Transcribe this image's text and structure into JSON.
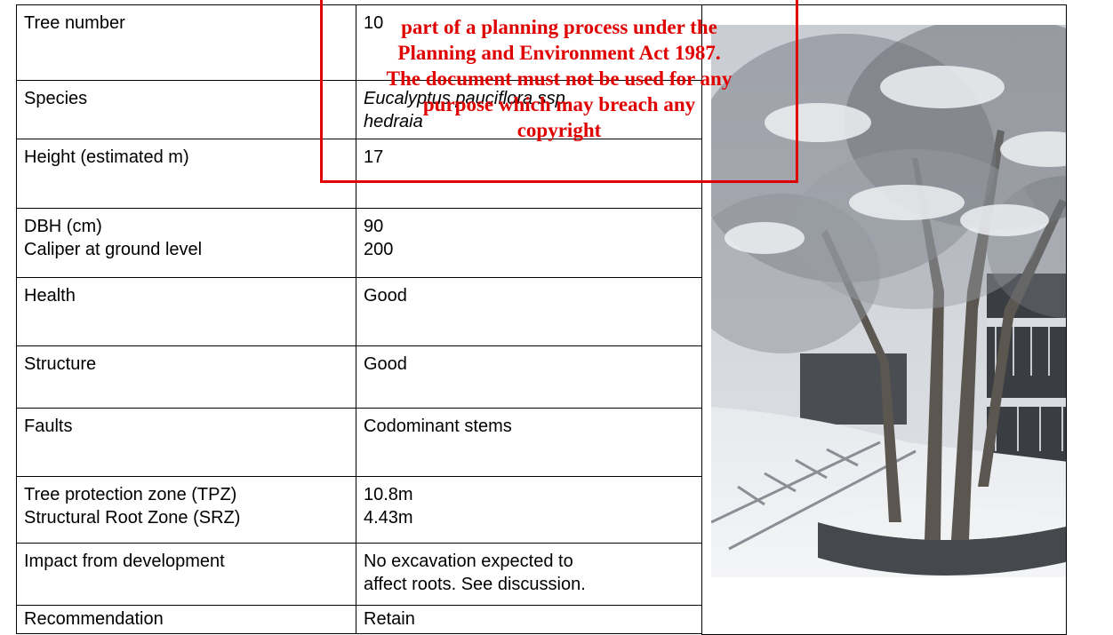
{
  "table": {
    "rows": [
      {
        "label": "Tree number",
        "value": "10"
      },
      {
        "label": "Species",
        "value_line1": "Eucalyptus pauciflora ssp.",
        "value_line2": "hedraia"
      },
      {
        "label": "Height (estimated m)",
        "value": "17"
      },
      {
        "label_line1": "DBH (cm)",
        "label_line2": "Caliper at ground level",
        "value_line1": "90",
        "value_line2": "200"
      },
      {
        "label": "Health",
        "value": "Good"
      },
      {
        "label": "Structure",
        "value": "Good"
      },
      {
        "label": "Faults",
        "value": "Codominant stems"
      },
      {
        "label_line1": "Tree protection zone (TPZ)",
        "label_line2": "Structural Root Zone (SRZ)",
        "value_line1": "10.8m",
        "value_line2": "4.43m"
      },
      {
        "label": "Impact from development",
        "value_line1": "No excavation expected to",
        "value_line2": "affect roots. See discussion."
      },
      {
        "label": "Recommendation",
        "value": "Retain"
      }
    ]
  },
  "notice": {
    "line1": "part of a planning process under the",
    "line2": "Planning and Environment Act 1987.",
    "line3": "The document must not be used for any",
    "line4": "purpose which may breach any",
    "line5": "copyright",
    "color": "#e00000"
  },
  "photo": {
    "subject": "snow-covered eucalyptus tree beside stairs and building"
  }
}
